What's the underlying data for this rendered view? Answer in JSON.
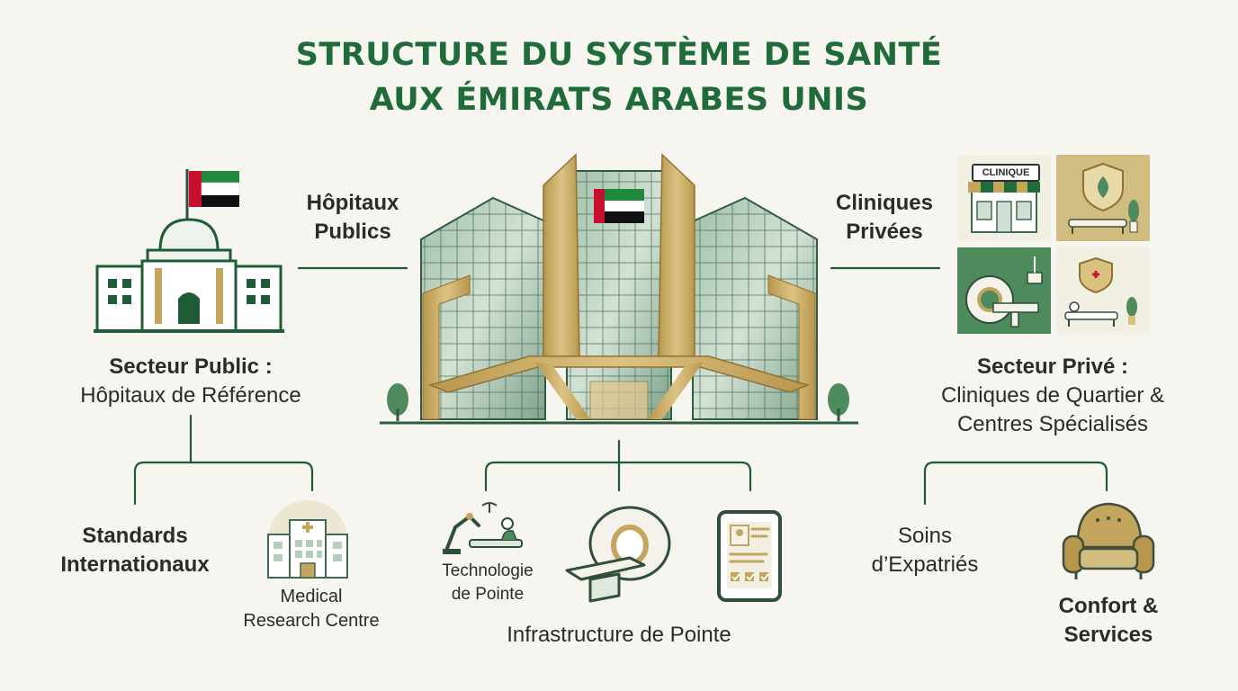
{
  "title": {
    "line1": "STRUCTURE DU SYSTÈME DE SANTÉ",
    "line2": "AUX ÉMIRATS ARABES UNIS"
  },
  "center": {
    "left_label": {
      "line1": "Hôpitaux",
      "line2": "Publics"
    },
    "right_label": {
      "line1": "Cliniques",
      "line2": "Privées"
    }
  },
  "public_sector": {
    "heading": "Secteur Public :",
    "subheading": "Hôpitaux de Référence",
    "children": {
      "standards": {
        "line1": "Standards",
        "line2": "Internationaux"
      },
      "research": {
        "line1": "Medical",
        "line2": "Research Centre"
      }
    }
  },
  "private_sector": {
    "heading": "Secteur Privé :",
    "subheading_line1": "Cliniques de Quartier &",
    "subheading_line2": "Centres Spécialisés",
    "clinic_sign": "CLINIQUE",
    "children": {
      "expat": {
        "line1": "Soins",
        "line2": "d’Expatriés"
      },
      "comfort": {
        "line1": "Confort &",
        "line2": "Services"
      }
    }
  },
  "infrastructure": {
    "heading": "Infrastructure de Pointe",
    "technology": {
      "line1": "Technologie",
      "line2": "de Pointe"
    }
  },
  "colors": {
    "green_dark": "#1f6b3a",
    "green_mid": "#4d8a5c",
    "gold": "#c4a55d",
    "flag_red": "#c8102e",
    "background": "#f6f5ef"
  }
}
